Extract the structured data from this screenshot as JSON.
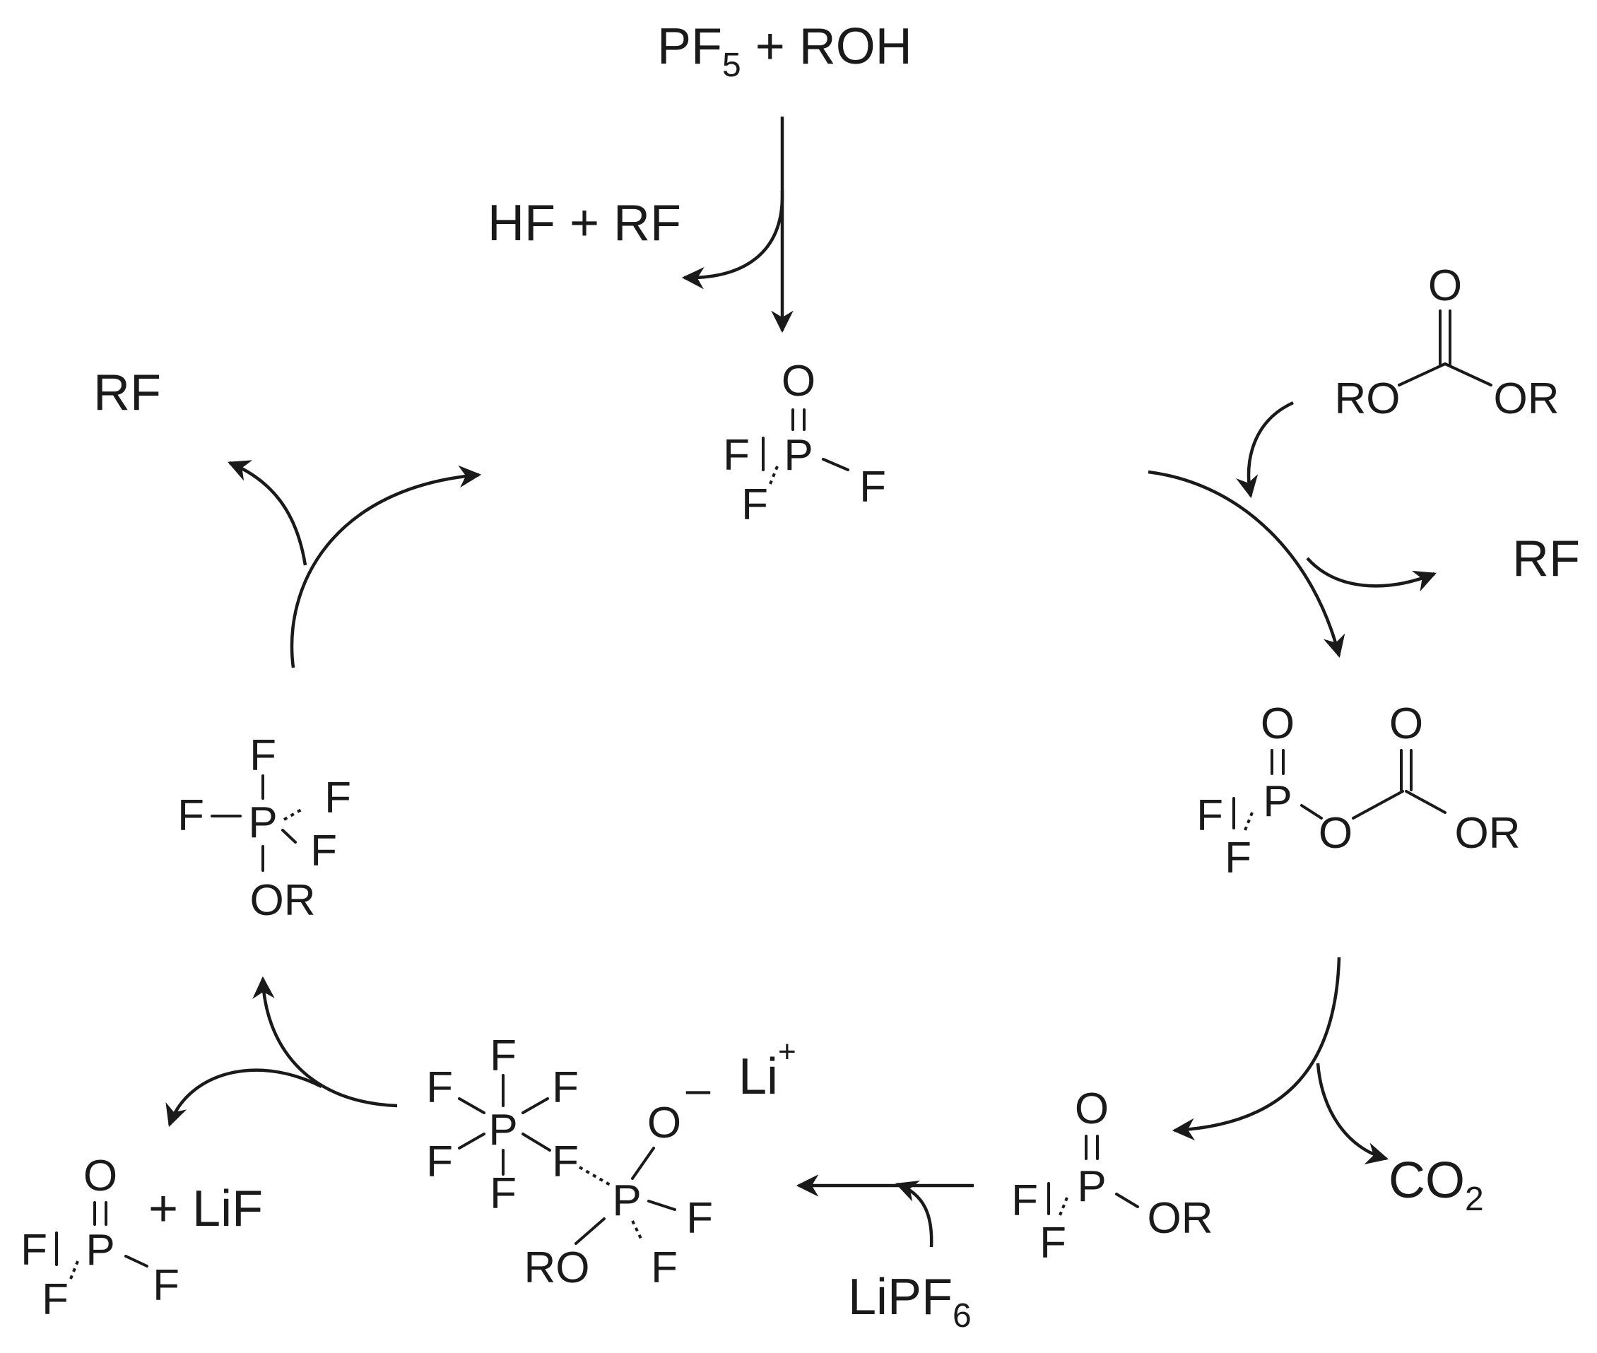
{
  "reagents": {
    "start_pf": "PF",
    "start_pf_sub": "5",
    "start_rest": " + ROH",
    "byproduct_hf_rf": "HF + RF",
    "rf_right": "RF",
    "rf_left": "RF",
    "co2": "CO",
    "co2_sub": "2",
    "lipf6": "LiPF",
    "lipf6_sub": "6",
    "plus_lif": "+  LiF",
    "li_cation": "Li",
    "li_charge": "+",
    "anion_charge": "–"
  },
  "atoms": {
    "O": "O",
    "F": "F",
    "P": "P",
    "RO": "RO",
    "OR": "OR"
  },
  "icons": {
    "arrow": "reaction-arrow-icon"
  }
}
